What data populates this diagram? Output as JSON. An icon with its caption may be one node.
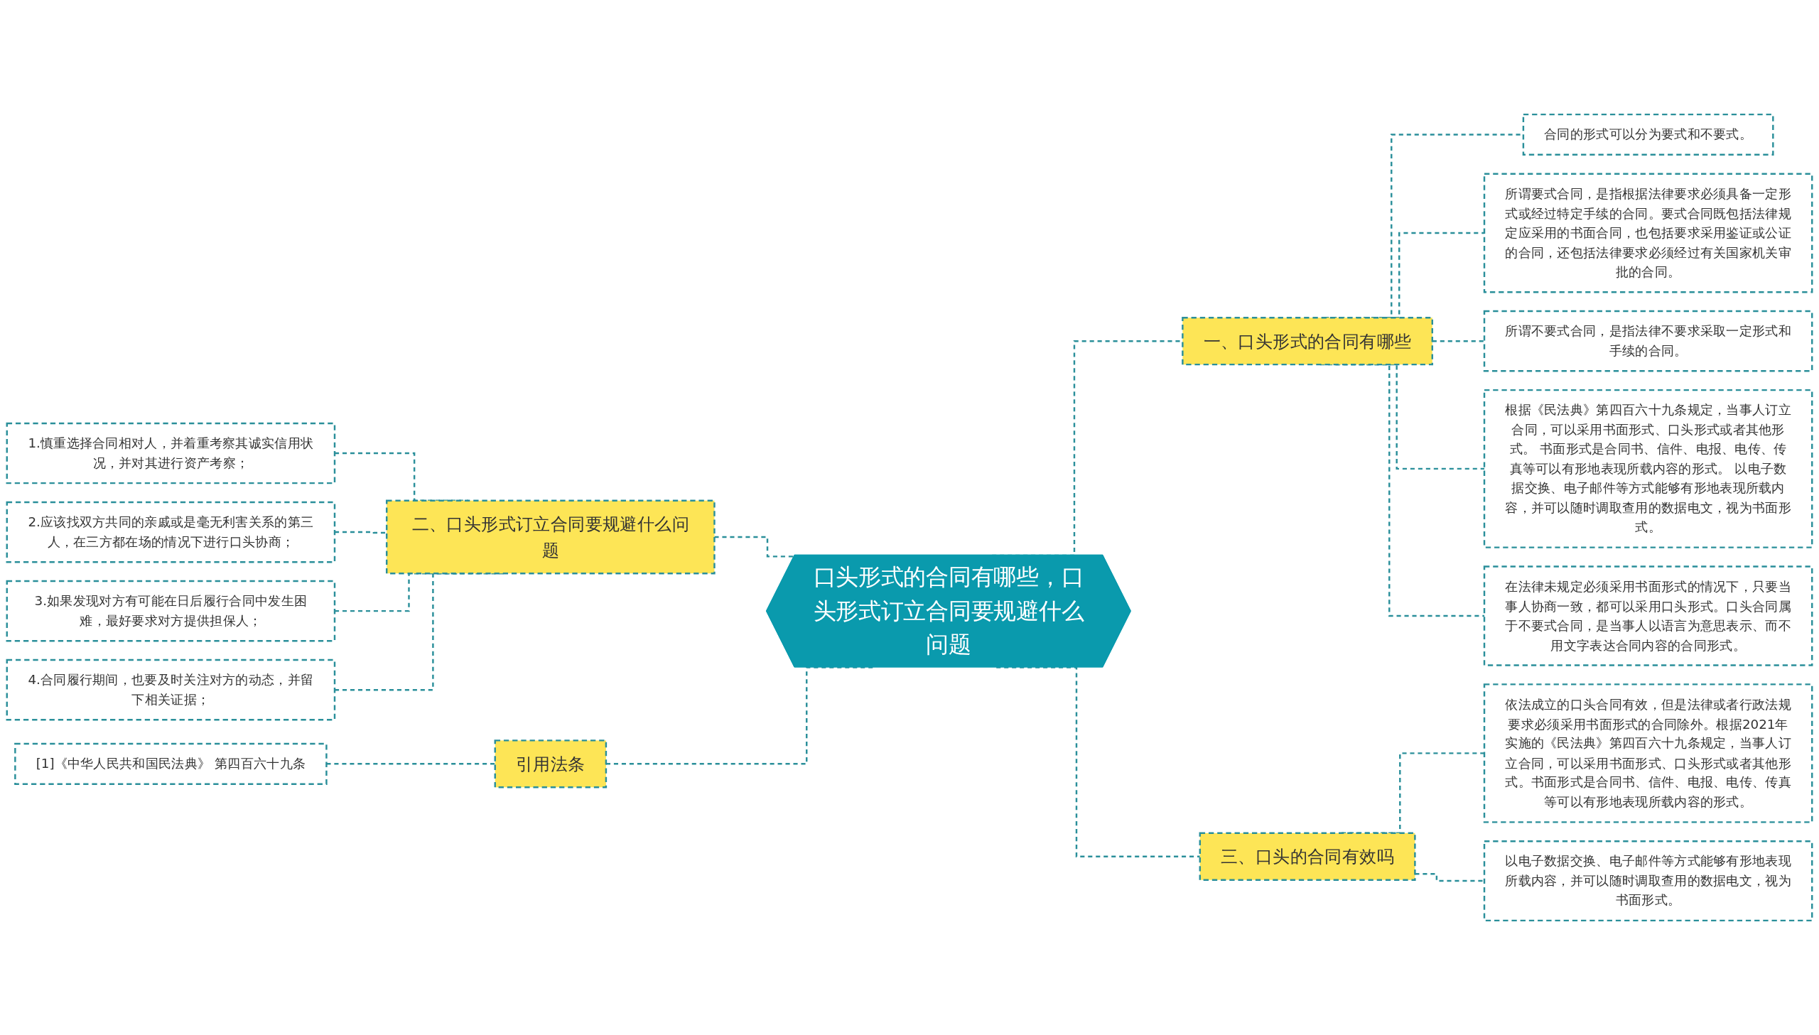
{
  "diagram": {
    "nodes": [
      {
        "text": [
          "口头形式的合同有哪些，口头形式订立合同要规避什么问题"
        ]
      },
      {
        "text": [
          "一、口头形式的合同有哪些"
        ]
      },
      {
        "text": [
          "合同的形式可以分为要式和不要式。"
        ]
      },
      {
        "text": [
          "所谓要式合同，是指根据法律要求必须具备一定形式或经过特定手续的合同。要式合同既包括法律规定应采用的书面合同，也包括要求采用鉴证或公证的合同，还包括法律要求必须经过有关国家机关审批的合同。"
        ]
      },
      {
        "text": [
          "所谓不要式合同，是指法律不要求采取一定形式和手续的合同。"
        ]
      },
      {
        "text": [
          "根据《民法典》第四百六十九条规定，当事人订立合同，可以采用书面形式、口头形式或者其他形式。 书面形式是合同书、信件、电报、电传、传真等可以有形地表现所载内容的形式。 以电子数据交换、电子邮件等方式能够有形地表现所载内容，并可以随时调取查用的数据电文，视为书面形式。"
        ]
      },
      {
        "text": [
          "在法律未规定必须采用书面形式的情况下，只要当事人协商一致，都可以采用口头形式。口头合同属于不要式合同，是当事人以语言为意思表示、而不用文字表达合同内容的合同形式。"
        ]
      },
      {
        "text": [
          "三、口头的合同有效吗"
        ]
      },
      {
        "text": [
          "依法成立的口头合同有效，但是法律或者行政法规要求必须采用书面形式的合同除外。根据2021年实施的《民法典》第四百六十九条规定，当事人订立合同，可以采用书面形式、口头形式或者其他形式。书面形式是合同书、信件、电报、电传、传真等可以有形地表现所载内容的形式。"
        ]
      },
      {
        "text": [
          "以电子数据交换、电子邮件等方式能够有形地表现所载内容，并可以随时调取查用的数据电文，视为书面形式。"
        ]
      },
      {
        "text": [
          "二、口头形式订立合同要规避什么问题"
        ]
      },
      {
        "text": [
          "1.慎重选择合同相对人，并着重考察其诚实信用状况，并对其进行资产考察；"
        ]
      },
      {
        "text": [
          "2.应该找双方共同的亲戚或是毫无利害关系的第三人，在三方都在场的情况下进行口头协商；"
        ]
      },
      {
        "text": [
          "3.如果发现对方有可能在日后履行合同中发生困难，最好要求对方提供担保人；"
        ]
      },
      {
        "text": [
          "4.合同履行期间，也要及时关注对方的动态，并留下相关证据；"
        ]
      },
      {
        "text": [
          "引用法条"
        ]
      },
      {
        "text": [
          "[1]《中华人民共和国民法典》 第四百六十九条"
        ]
      }
    ],
    "edges": [
      {
        "from": 0,
        "to": 1,
        "arrow": "none"
      },
      {
        "from": 1,
        "to": 2,
        "arrow": "none"
      },
      {
        "from": 1,
        "to": 3,
        "arrow": "none"
      },
      {
        "from": 1,
        "to": 4,
        "arrow": "none"
      },
      {
        "from": 1,
        "to": 5,
        "arrow": "none"
      },
      {
        "from": 1,
        "to": 6,
        "arrow": "none"
      },
      {
        "from": 0,
        "to": 7,
        "arrow": "none"
      },
      {
        "from": 7,
        "to": 8,
        "arrow": "none"
      },
      {
        "from": 7,
        "to": 9,
        "arrow": "none"
      },
      {
        "from": 0,
        "to": 10,
        "arrow": "none"
      },
      {
        "from": 10,
        "to": 11,
        "arrow": "none"
      },
      {
        "from": 10,
        "to": 12,
        "arrow": "none"
      },
      {
        "from": 10,
        "to": 13,
        "arrow": "none"
      },
      {
        "from": 10,
        "to": 14,
        "arrow": "none"
      },
      {
        "from": 0,
        "to": 15,
        "arrow": "none"
      },
      {
        "from": 15,
        "to": 16,
        "arrow": "none"
      }
    ]
  }
}
